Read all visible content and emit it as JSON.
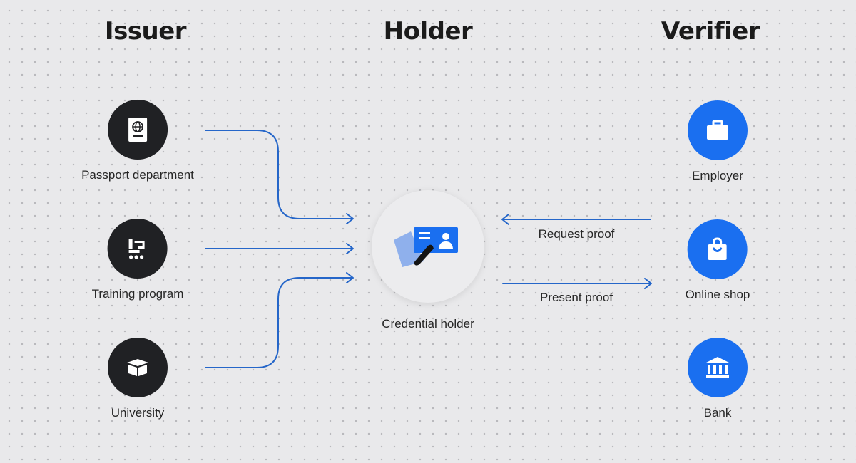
{
  "columns": {
    "issuer": "Issuer",
    "holder": "Holder",
    "verifier": "Verifier"
  },
  "issuers": [
    {
      "label": "Passport department",
      "icon": "passport-icon"
    },
    {
      "label": "Training program",
      "icon": "training-icon"
    },
    {
      "label": "University",
      "icon": "open-book-icon"
    }
  ],
  "holder": {
    "label": "Credential holder",
    "icon": "id-card-icon"
  },
  "verifiers": [
    {
      "label": "Employer",
      "icon": "briefcase-icon"
    },
    {
      "label": "Online shop",
      "icon": "shopping-bag-icon"
    },
    {
      "label": "Bank",
      "icon": "bank-icon"
    }
  ],
  "edges": {
    "request": "Request proof",
    "present": "Present proof"
  },
  "colors": {
    "accent": "#1a6ff0",
    "arrow": "#2566c9",
    "dark": "#202124",
    "background": "#e9e9eb"
  }
}
